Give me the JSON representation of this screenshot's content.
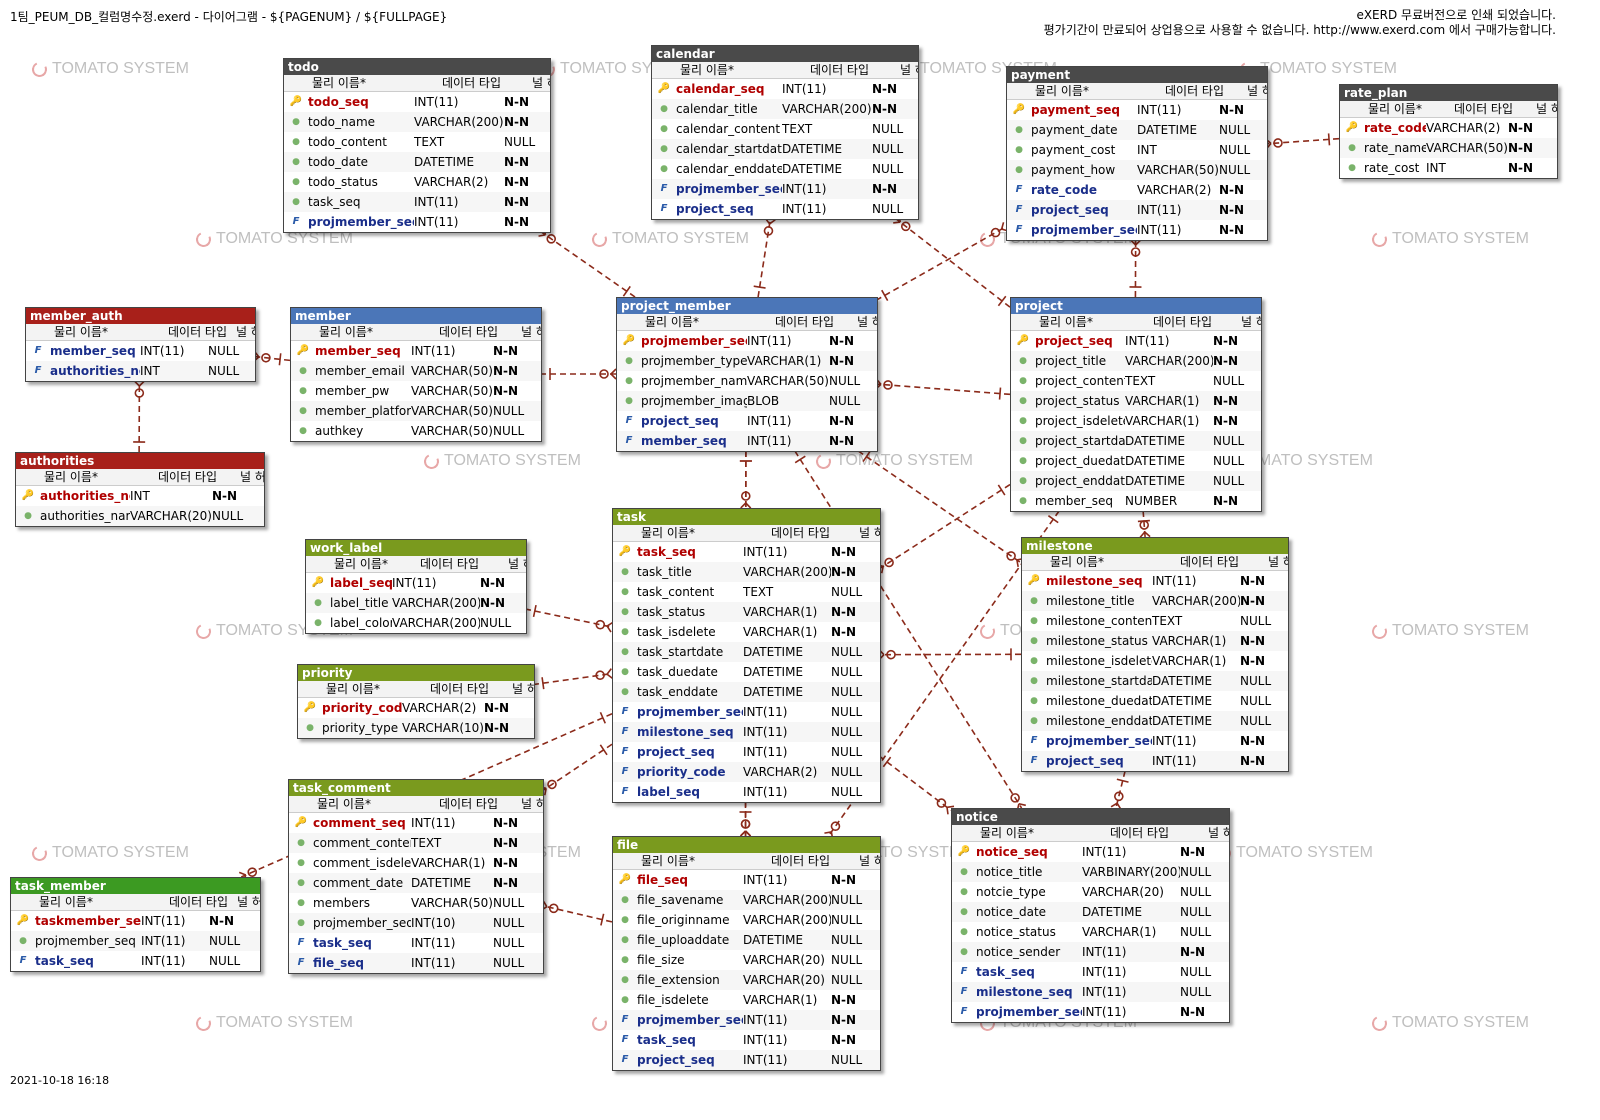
{
  "header": {
    "title": "1팀_PEUM_DB_컬럼명수정.exerd - 다이어그램 - ${PAGENUM} / ${FULLPAGE}",
    "notice_line1": "eXERD 무료버전으로 인쇄 되었습니다.",
    "notice_line2": "평가기간이 만료되어 상업용으로 사용할 수 없습니다. http://www.exerd.com 에서 구매가능합니다."
  },
  "footer": {
    "date": "2021-10-18 16:18"
  },
  "watermark": {
    "text": "TOMATO SYSTEM"
  },
  "colors": {
    "dark": "#4a4a4a",
    "red": "#a8201a",
    "blue": "#4b76b8",
    "green": "#7a9a1e",
    "bright_green": "#3c9a22",
    "relation": "#8b2a1a"
  },
  "column_headers": {
    "name": "물리 이름*",
    "type": "데이터 타입",
    "null": "널 허용"
  },
  "tables": {
    "todo": {
      "name": "todo",
      "color": "dark",
      "cols": [
        {
          "k": "pk",
          "name": "todo_seq",
          "type": "INT(11)",
          "null": "N-N"
        },
        {
          "k": "col",
          "name": "todo_name",
          "type": "VARCHAR(200)",
          "null": "N-N"
        },
        {
          "k": "col",
          "name": "todo_content",
          "type": "TEXT",
          "null": "NULL"
        },
        {
          "k": "col",
          "name": "todo_date",
          "type": "DATETIME",
          "null": "N-N"
        },
        {
          "k": "col",
          "name": "todo_status",
          "type": "VARCHAR(2)",
          "null": "N-N"
        },
        {
          "k": "col",
          "name": "task_seq",
          "type": "INT(11)",
          "null": "N-N"
        },
        {
          "k": "fk",
          "name": "projmember_seq",
          "type": "INT(11)",
          "null": "N-N"
        }
      ]
    },
    "calendar": {
      "name": "calendar",
      "color": "dark",
      "cols": [
        {
          "k": "pk",
          "name": "calendar_seq",
          "type": "INT(11)",
          "null": "N-N"
        },
        {
          "k": "col",
          "name": "calendar_title",
          "type": "VARCHAR(200)",
          "null": "N-N"
        },
        {
          "k": "col",
          "name": "calendar_content",
          "type": "TEXT",
          "null": "NULL"
        },
        {
          "k": "col",
          "name": "calendar_startdate",
          "type": "DATETIME",
          "null": "NULL"
        },
        {
          "k": "col",
          "name": "calendar_enddate",
          "type": "DATETIME",
          "null": "NULL"
        },
        {
          "k": "fk",
          "name": "projmember_seq",
          "type": "INT(11)",
          "null": "N-N"
        },
        {
          "k": "fk",
          "name": "project_seq",
          "type": "INT(11)",
          "null": "NULL"
        }
      ]
    },
    "payment": {
      "name": "payment",
      "color": "dark",
      "cols": [
        {
          "k": "pk",
          "name": "payment_seq",
          "type": "INT(11)",
          "null": "N-N"
        },
        {
          "k": "col",
          "name": "payment_date",
          "type": "DATETIME",
          "null": "NULL"
        },
        {
          "k": "col",
          "name": "payment_cost",
          "type": "INT",
          "null": "NULL"
        },
        {
          "k": "col",
          "name": "payment_how",
          "type": "VARCHAR(50)",
          "null": "NULL"
        },
        {
          "k": "fk",
          "name": "rate_code",
          "type": "VARCHAR(2)",
          "null": "N-N"
        },
        {
          "k": "fk",
          "name": "project_seq",
          "type": "INT(11)",
          "null": "N-N"
        },
        {
          "k": "fk",
          "name": "projmember_seq",
          "type": "INT(11)",
          "null": "N-N"
        }
      ]
    },
    "rate_plan": {
      "name": "rate_plan",
      "color": "dark",
      "cols": [
        {
          "k": "pk",
          "name": "rate_code",
          "type": "VARCHAR(2)",
          "null": "N-N"
        },
        {
          "k": "col",
          "name": "rate_name",
          "type": "VARCHAR(50)",
          "null": "N-N"
        },
        {
          "k": "col",
          "name": "rate_cost",
          "type": "INT",
          "null": "N-N"
        }
      ]
    },
    "member_auth": {
      "name": "member_auth",
      "color": "red",
      "cols": [
        {
          "k": "fk",
          "name": "member_seq",
          "type": "INT(11)",
          "null": "NULL"
        },
        {
          "k": "fk",
          "name": "authorities_no",
          "type": "INT",
          "null": "NULL"
        }
      ]
    },
    "authorities": {
      "name": "authorities",
      "color": "red",
      "cols": [
        {
          "k": "pk",
          "name": "authorities_no",
          "type": "INT",
          "null": "N-N"
        },
        {
          "k": "col",
          "name": "authorities_name",
          "type": "VARCHAR(20)",
          "null": "NULL"
        }
      ]
    },
    "member": {
      "name": "member",
      "color": "blue",
      "cols": [
        {
          "k": "pk",
          "name": "member_seq",
          "type": "INT(11)",
          "null": "N-N"
        },
        {
          "k": "col",
          "name": "member_email",
          "type": "VARCHAR(50)",
          "null": "N-N"
        },
        {
          "k": "col",
          "name": "member_pw",
          "type": "VARCHAR(50)",
          "null": "N-N"
        },
        {
          "k": "col",
          "name": "member_platform",
          "type": "VARCHAR(50)",
          "null": "NULL"
        },
        {
          "k": "col",
          "name": "authkey",
          "type": "VARCHAR(50)",
          "null": "NULL"
        }
      ]
    },
    "project_member": {
      "name": "project_member",
      "color": "blue",
      "cols": [
        {
          "k": "pk",
          "name": "projmember_seq",
          "type": "INT(11)",
          "null": "N-N"
        },
        {
          "k": "col",
          "name": "projmember_type",
          "type": "VARCHAR(1)",
          "null": "N-N"
        },
        {
          "k": "col",
          "name": "projmember_name",
          "type": "VARCHAR(50)",
          "null": "NULL"
        },
        {
          "k": "col",
          "name": "projmember_image",
          "type": "BLOB",
          "null": "NULL"
        },
        {
          "k": "fk",
          "name": "project_seq",
          "type": "INT(11)",
          "null": "N-N"
        },
        {
          "k": "fk",
          "name": "member_seq",
          "type": "INT(11)",
          "null": "N-N"
        }
      ]
    },
    "project": {
      "name": "project",
      "color": "blue",
      "cols": [
        {
          "k": "pk",
          "name": "project_seq",
          "type": "INT(11)",
          "null": "N-N"
        },
        {
          "k": "col",
          "name": "project_title",
          "type": "VARCHAR(200)",
          "null": "N-N"
        },
        {
          "k": "col",
          "name": "project_content",
          "type": "TEXT",
          "null": "NULL"
        },
        {
          "k": "col",
          "name": "project_status",
          "type": "VARCHAR(1)",
          "null": "N-N"
        },
        {
          "k": "col",
          "name": "project_isdelete",
          "type": "VARCHAR(1)",
          "null": "N-N"
        },
        {
          "k": "col",
          "name": "project_startdate",
          "type": "DATETIME",
          "null": "NULL"
        },
        {
          "k": "col",
          "name": "project_duedate",
          "type": "DATETIME",
          "null": "NULL"
        },
        {
          "k": "col",
          "name": "project_enddate",
          "type": "DATETIME",
          "null": "NULL"
        },
        {
          "k": "col",
          "name": "member_seq",
          "type": "NUMBER",
          "null": "N-N"
        }
      ]
    },
    "task": {
      "name": "task",
      "color": "green",
      "cols": [
        {
          "k": "pk",
          "name": "task_seq",
          "type": "INT(11)",
          "null": "N-N"
        },
        {
          "k": "col",
          "name": "task_title",
          "type": "VARCHAR(200)",
          "null": "N-N"
        },
        {
          "k": "col",
          "name": "task_content",
          "type": "TEXT",
          "null": "NULL"
        },
        {
          "k": "col",
          "name": "task_status",
          "type": "VARCHAR(1)",
          "null": "N-N"
        },
        {
          "k": "col",
          "name": "task_isdelete",
          "type": "VARCHAR(1)",
          "null": "N-N"
        },
        {
          "k": "col",
          "name": "task_startdate",
          "type": "DATETIME",
          "null": "NULL"
        },
        {
          "k": "col",
          "name": "task_duedate",
          "type": "DATETIME",
          "null": "NULL"
        },
        {
          "k": "col",
          "name": "task_enddate",
          "type": "DATETIME",
          "null": "NULL"
        },
        {
          "k": "fk",
          "name": "projmember_seq",
          "type": "INT(11)",
          "null": "NULL"
        },
        {
          "k": "fk",
          "name": "milestone_seq",
          "type": "INT(11)",
          "null": "NULL"
        },
        {
          "k": "fk",
          "name": "project_seq",
          "type": "INT(11)",
          "null": "NULL"
        },
        {
          "k": "fk",
          "name": "priority_code",
          "type": "VARCHAR(2)",
          "null": "NULL"
        },
        {
          "k": "fk",
          "name": "label_seq",
          "type": "INT(11)",
          "null": "NULL"
        }
      ]
    },
    "work_label": {
      "name": "work_label",
      "color": "green",
      "cols": [
        {
          "k": "pk",
          "name": "label_seq",
          "type": "INT(11)",
          "null": "N-N"
        },
        {
          "k": "col",
          "name": "label_title",
          "type": "VARCHAR(200)",
          "null": "N-N"
        },
        {
          "k": "col",
          "name": "label_color",
          "type": "VARCHAR(200)",
          "null": "NULL"
        }
      ]
    },
    "priority": {
      "name": "priority",
      "color": "green",
      "cols": [
        {
          "k": "pk",
          "name": "priority_code",
          "type": "VARCHAR(2)",
          "null": "N-N"
        },
        {
          "k": "col",
          "name": "priority_type",
          "type": "VARCHAR(10)",
          "null": "N-N"
        }
      ]
    },
    "milestone": {
      "name": "milestone",
      "color": "green",
      "cols": [
        {
          "k": "pk",
          "name": "milestone_seq",
          "type": "INT(11)",
          "null": "N-N"
        },
        {
          "k": "col",
          "name": "milestone_title",
          "type": "VARCHAR(200)",
          "null": "N-N"
        },
        {
          "k": "col",
          "name": "milestone_content",
          "type": "TEXT",
          "null": "NULL"
        },
        {
          "k": "col",
          "name": "milestone_status",
          "type": "VARCHAR(1)",
          "null": "N-N"
        },
        {
          "k": "col",
          "name": "milestone_isdelete",
          "type": "VARCHAR(1)",
          "null": "N-N"
        },
        {
          "k": "col",
          "name": "milestone_startdate",
          "type": "DATETIME",
          "null": "NULL"
        },
        {
          "k": "col",
          "name": "milestone_duedate",
          "type": "DATETIME",
          "null": "NULL"
        },
        {
          "k": "col",
          "name": "milestone_enddate",
          "type": "DATETIME",
          "null": "NULL"
        },
        {
          "k": "fk",
          "name": "projmember_seq",
          "type": "INT(11)",
          "null": "N-N"
        },
        {
          "k": "fk",
          "name": "project_seq",
          "type": "INT(11)",
          "null": "N-N"
        }
      ]
    },
    "task_comment": {
      "name": "task_comment",
      "color": "green",
      "cols": [
        {
          "k": "pk",
          "name": "comment_seq",
          "type": "INT(11)",
          "null": "N-N"
        },
        {
          "k": "col",
          "name": "comment_content",
          "type": "TEXT",
          "null": "N-N"
        },
        {
          "k": "col",
          "name": "comment_isdelete",
          "type": "VARCHAR(1)",
          "null": "N-N"
        },
        {
          "k": "col",
          "name": "comment_date",
          "type": "DATETIME",
          "null": "N-N"
        },
        {
          "k": "col",
          "name": "members",
          "type": "VARCHAR(50)",
          "null": "NULL"
        },
        {
          "k": "col",
          "name": "projmember_seq",
          "type": "INT(10)",
          "null": "NULL"
        },
        {
          "k": "fk",
          "name": "task_seq",
          "type": "INT(11)",
          "null": "NULL"
        },
        {
          "k": "fk",
          "name": "file_seq",
          "type": "INT(11)",
          "null": "NULL"
        }
      ]
    },
    "task_member": {
      "name": "task_member",
      "color": "bright_green",
      "cols": [
        {
          "k": "pk",
          "name": "taskmember_seq",
          "type": "INT(11)",
          "null": "N-N"
        },
        {
          "k": "col",
          "name": "projmember_seq",
          "type": "INT(11)",
          "null": "NULL"
        },
        {
          "k": "fk",
          "name": "task_seq",
          "type": "INT(11)",
          "null": "NULL"
        }
      ]
    },
    "file": {
      "name": "file",
      "color": "green",
      "cols": [
        {
          "k": "pk",
          "name": "file_seq",
          "type": "INT(11)",
          "null": "N-N"
        },
        {
          "k": "col",
          "name": "file_savename",
          "type": "VARCHAR(200)",
          "null": "NULL"
        },
        {
          "k": "col",
          "name": "file_originname",
          "type": "VARCHAR(200)",
          "null": "NULL"
        },
        {
          "k": "col",
          "name": "file_uploaddate",
          "type": "DATETIME",
          "null": "NULL"
        },
        {
          "k": "col",
          "name": "file_size",
          "type": "VARCHAR(20)",
          "null": "NULL"
        },
        {
          "k": "col",
          "name": "file_extension",
          "type": "VARCHAR(20)",
          "null": "NULL"
        },
        {
          "k": "col",
          "name": "file_isdelete",
          "type": "VARCHAR(1)",
          "null": "N-N"
        },
        {
          "k": "fk",
          "name": "projmember_seq",
          "type": "INT(11)",
          "null": "N-N"
        },
        {
          "k": "fk",
          "name": "task_seq",
          "type": "INT(11)",
          "null": "N-N"
        },
        {
          "k": "fk",
          "name": "project_seq",
          "type": "INT(11)",
          "null": "NULL"
        }
      ]
    },
    "notice": {
      "name": "notice",
      "color": "dark",
      "cols": [
        {
          "k": "pk",
          "name": "notice_seq",
          "type": "INT(11)",
          "null": "N-N"
        },
        {
          "k": "col",
          "name": "notice_title",
          "type": "VARBINARY(200)",
          "null": "NULL"
        },
        {
          "k": "col",
          "name": "notcie_type",
          "type": "VARCHAR(20)",
          "null": "NULL"
        },
        {
          "k": "col",
          "name": "notice_date",
          "type": "DATETIME",
          "null": "NULL"
        },
        {
          "k": "col",
          "name": "notice_status",
          "type": "VARCHAR(1)",
          "null": "NULL"
        },
        {
          "k": "col",
          "name": "notice_sender",
          "type": "INT(11)",
          "null": "N-N"
        },
        {
          "k": "fk",
          "name": "task_seq",
          "type": "INT(11)",
          "null": "NULL"
        },
        {
          "k": "fk",
          "name": "milestone_seq",
          "type": "INT(11)",
          "null": "NULL"
        },
        {
          "k": "fk",
          "name": "projmember_seq",
          "type": "INT(11)",
          "null": "N-N"
        }
      ]
    }
  },
  "relationships": [
    {
      "from": "project_member",
      "to": "todo"
    },
    {
      "from": "project_member",
      "to": "calendar"
    },
    {
      "from": "project",
      "to": "calendar"
    },
    {
      "from": "project_member",
      "to": "payment"
    },
    {
      "from": "project",
      "to": "payment"
    },
    {
      "from": "rate_plan",
      "to": "payment"
    },
    {
      "from": "member",
      "to": "member_auth"
    },
    {
      "from": "authorities",
      "to": "member_auth"
    },
    {
      "from": "member",
      "to": "project_member"
    },
    {
      "from": "project",
      "to": "project_member"
    },
    {
      "from": "project_member",
      "to": "task"
    },
    {
      "from": "project_member",
      "to": "milestone"
    },
    {
      "from": "project",
      "to": "milestone"
    },
    {
      "from": "project",
      "to": "task"
    },
    {
      "from": "work_label",
      "to": "task"
    },
    {
      "from": "priority",
      "to": "task"
    },
    {
      "from": "milestone",
      "to": "task"
    },
    {
      "from": "task",
      "to": "task_comment"
    },
    {
      "from": "file",
      "to": "task_comment"
    },
    {
      "from": "task",
      "to": "task_member"
    },
    {
      "from": "task",
      "to": "file"
    },
    {
      "from": "project_member",
      "to": "file"
    },
    {
      "from": "project",
      "to": "file"
    },
    {
      "from": "task",
      "to": "notice"
    },
    {
      "from": "milestone",
      "to": "notice"
    },
    {
      "from": "project_member",
      "to": "notice"
    }
  ]
}
